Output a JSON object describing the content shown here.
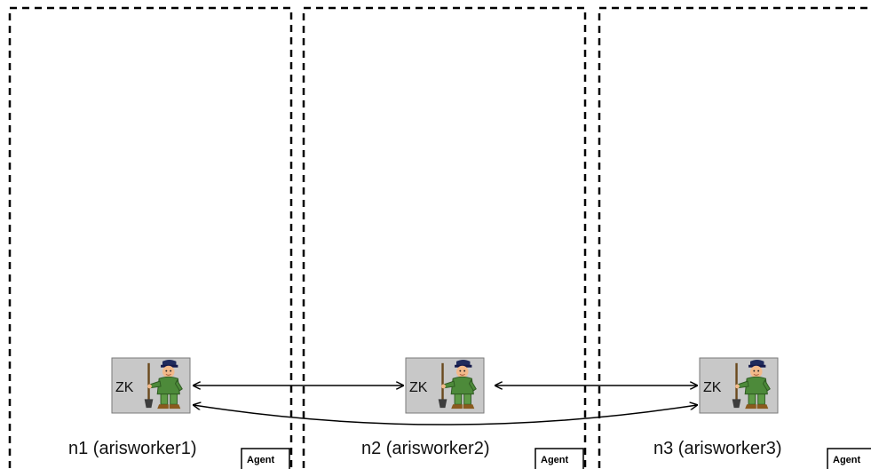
{
  "diagram": {
    "nodes": [
      {
        "label": "n1 (arisworker1)",
        "zk_label": "ZK",
        "agent_label": "Agent"
      },
      {
        "label": "n2 (arisworker2)",
        "zk_label": "ZK",
        "agent_label": "Agent"
      },
      {
        "label": "n3 (arisworker3)",
        "zk_label": "ZK",
        "agent_label": "Agent"
      }
    ],
    "connections": [
      {
        "from": "n1",
        "to": "n2",
        "style": "double-arrow-straight"
      },
      {
        "from": "n2",
        "to": "n3",
        "style": "double-arrow-straight"
      },
      {
        "from": "n1",
        "to": "n3",
        "style": "double-arrow-curved"
      }
    ],
    "icon_name": "worker-with-shovel-icon",
    "colors": {
      "zk_box_fill": "#c8c8c8",
      "zk_box_border": "#7a7a7a",
      "container_border": "#000000",
      "arrow": "#000000"
    }
  }
}
